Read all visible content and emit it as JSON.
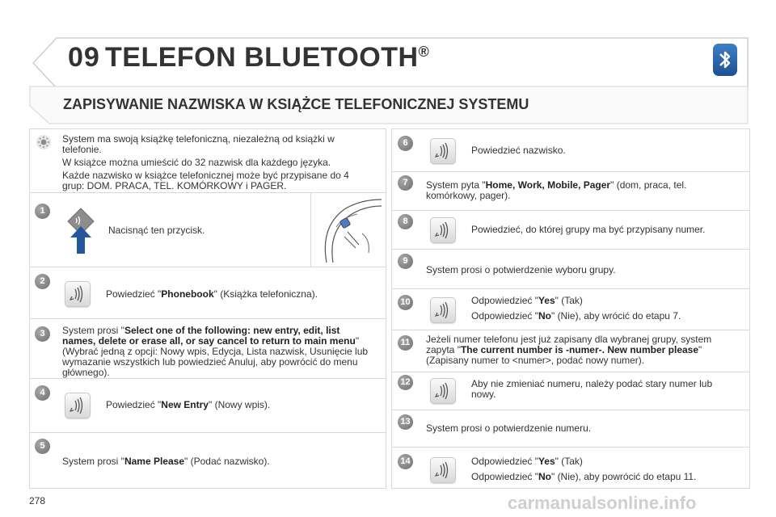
{
  "header": {
    "chapter": "09",
    "title": "TELEFON BLUETOOTH",
    "sup": "®"
  },
  "section_title": "ZAPISYWANIE NAZWISKA W KSIĄŻCE TELEFONICZNEJ SYSTEMU",
  "intro": {
    "p1": "System ma swoją książkę telefoniczną, niezależną od książki w telefonie.",
    "p2": "W książce można umieścić do 32 nazwisk dla każdego języka.",
    "p3": "Każde nazwisko w książce telefonicznej może być przypisane do 4 grup: DOM. PRACA, TEL. KOMÓRKOWY i PAGER."
  },
  "steps": {
    "s1": {
      "num": "1",
      "text": "Nacisnąć ten przycisk."
    },
    "s2": {
      "num": "2",
      "a": "Powiedzieć \"",
      "b": "Phonebook",
      "c": "\" (Książka telefoniczna)."
    },
    "s3": {
      "num": "3",
      "a": "System prosi \"",
      "b": "Select one of the following: new entry, edit, list names, delete or erase all, or say cancel to return to main menu",
      "c": "\" (Wybrać jedną z opcji: Nowy wpis, Edycja, Lista nazwisk, Usunięcie lub wymazanie wszystkich lub powiedzieć Anuluj, aby powrócić do menu głównego)."
    },
    "s4": {
      "num": "4",
      "a": "Powiedzieć \"",
      "b": "New Entry",
      "c": "\" (Nowy wpis)."
    },
    "s5": {
      "num": "5",
      "a": "System prosi \"",
      "b": "Name Please",
      "c": "\" (Podać nazwisko)."
    },
    "s6": {
      "num": "6",
      "text": "Powiedzieć nazwisko."
    },
    "s7": {
      "num": "7",
      "a": "System pyta \"",
      "b": "Home, Work, Mobile, Pager",
      "c": "\" (dom, praca, tel. komórkowy, pager)."
    },
    "s8": {
      "num": "8",
      "text": "Powiedzieć, do której grupy ma być przypisany numer."
    },
    "s9": {
      "num": "9",
      "text": "System prosi o potwierdzenie wyboru grupy."
    },
    "s10": {
      "num": "10",
      "l1a": "Odpowiedzieć \"",
      "l1b": "Yes",
      "l1c": "\" (Tak)",
      "l2a": "Odpowiedzieć \"",
      "l2b": "No",
      "l2c": "\" (Nie), aby wrócić do etapu 7."
    },
    "s11": {
      "num": "11",
      "a": "Jeżeli numer telefonu jest już zapisany dla wybranej grupy, system zapyta \"",
      "b": "The current number is -numer-. New number please",
      "c": "\" (Zapisany numer to <numer>, podać nowy numer)."
    },
    "s12": {
      "num": "12",
      "text": "Aby nie zmieniać numeru, należy podać stary numer lub nowy."
    },
    "s13": {
      "num": "13",
      "text": "System prosi o potwierdzenie numeru."
    },
    "s14": {
      "num": "14",
      "l1a": "Odpowiedzieć \"",
      "l1b": "Yes",
      "l1c": "\" (Tak)",
      "l2a": "Odpowiedzieć \"",
      "l2b": "No",
      "l2c": "\" (Nie), aby powrócić do etapu 11."
    }
  },
  "page_number": "278",
  "watermark": "carmanualsonline.info",
  "icons": {
    "bluetooth": "bluetooth-icon",
    "voice": "voice-command-icon",
    "info": "info-sun-icon",
    "arrow": "press-arrow-icon"
  },
  "colors": {
    "bluetooth_blue": "#2a5fa6",
    "step_grey": "#7a7a7a",
    "border_grey": "#d9d9d9"
  }
}
